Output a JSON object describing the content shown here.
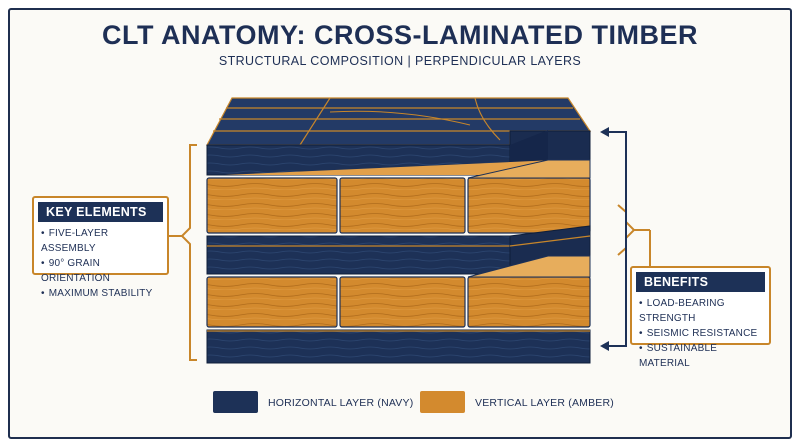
{
  "title": "CLT ANATOMY: CROSS-LAMINATED TIMBER",
  "subtitle": "STRUCTURAL COMPOSITION | PERPENDICULAR LAYERS",
  "key_elements": {
    "heading": "KEY ELEMENTS",
    "items": [
      "FIVE-LAYER ASSEMBLY",
      "90° GRAIN ORIENTATION",
      "MAXIMUM STABILITY"
    ]
  },
  "benefits": {
    "heading": "BENEFITS",
    "items": [
      "LOAD-BEARING STRENGTH",
      "SEISMIC RESISTANCE",
      "SUSTAINABLE MATERIAL"
    ]
  },
  "legend": {
    "navy_label": "HORIZONTAL LAYER (NAVY)",
    "amber_label": "VERTICAL LAYER (AMBER)"
  },
  "colors": {
    "navy": "#1d3157",
    "amber": "#d38a2e",
    "accent_line": "#c8862a"
  }
}
